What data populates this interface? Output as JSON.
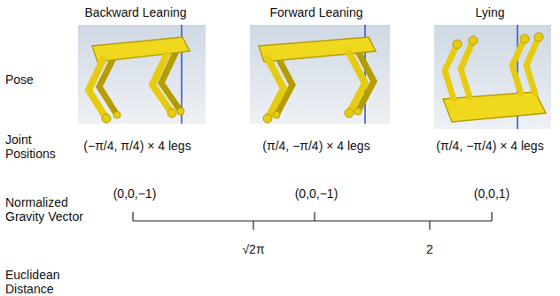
{
  "diagram": {
    "labels": [
      "Backward Leaning",
      "Forward Leaning",
      "Lying",
      "Pose",
      "Joint Positions",
      "Normalized Gravity Vector",
      "Euclidean Distance",
      "(−π/4, π/4) × 4 legs",
      "(π/4, −π/4) × 4 legs",
      "(π/4, −π/4) × 4 legs",
      "(0,0,−1)",
      "(0,0,−1)",
      "(0,0,1)",
      "√2π",
      "2"
    ]
  }
}
